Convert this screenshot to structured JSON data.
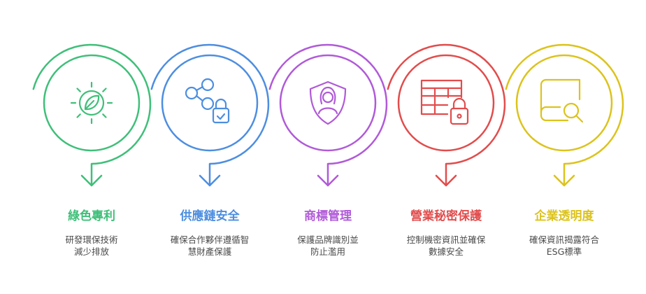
{
  "steps": [
    {
      "title": "綠色專利",
      "desc": [
        "研發環保技術",
        "減少排放"
      ],
      "color": "#3fbf79",
      "icon": "eco-gear-icon"
    },
    {
      "title": "供應鏈安全",
      "desc": [
        "確保合作夥伴遵循智",
        "慧財產保護"
      ],
      "color": "#4d8ee0",
      "icon": "network-lock-icon"
    },
    {
      "title": "商標管理",
      "desc": [
        "保護品牌識別並",
        "防止濫用"
      ],
      "color": "#b05ad8",
      "icon": "brand-shield-icon"
    },
    {
      "title": "營業秘密保護",
      "desc": [
        "控制機密資訊並確保",
        "數據安全"
      ],
      "color": "#e24c4c",
      "icon": "locked-table-icon"
    },
    {
      "title": "企業透明度",
      "desc": [
        "確保資訊揭露符合",
        "ESG標準"
      ],
      "color": "#dcc31c",
      "icon": "book-search-icon"
    }
  ]
}
